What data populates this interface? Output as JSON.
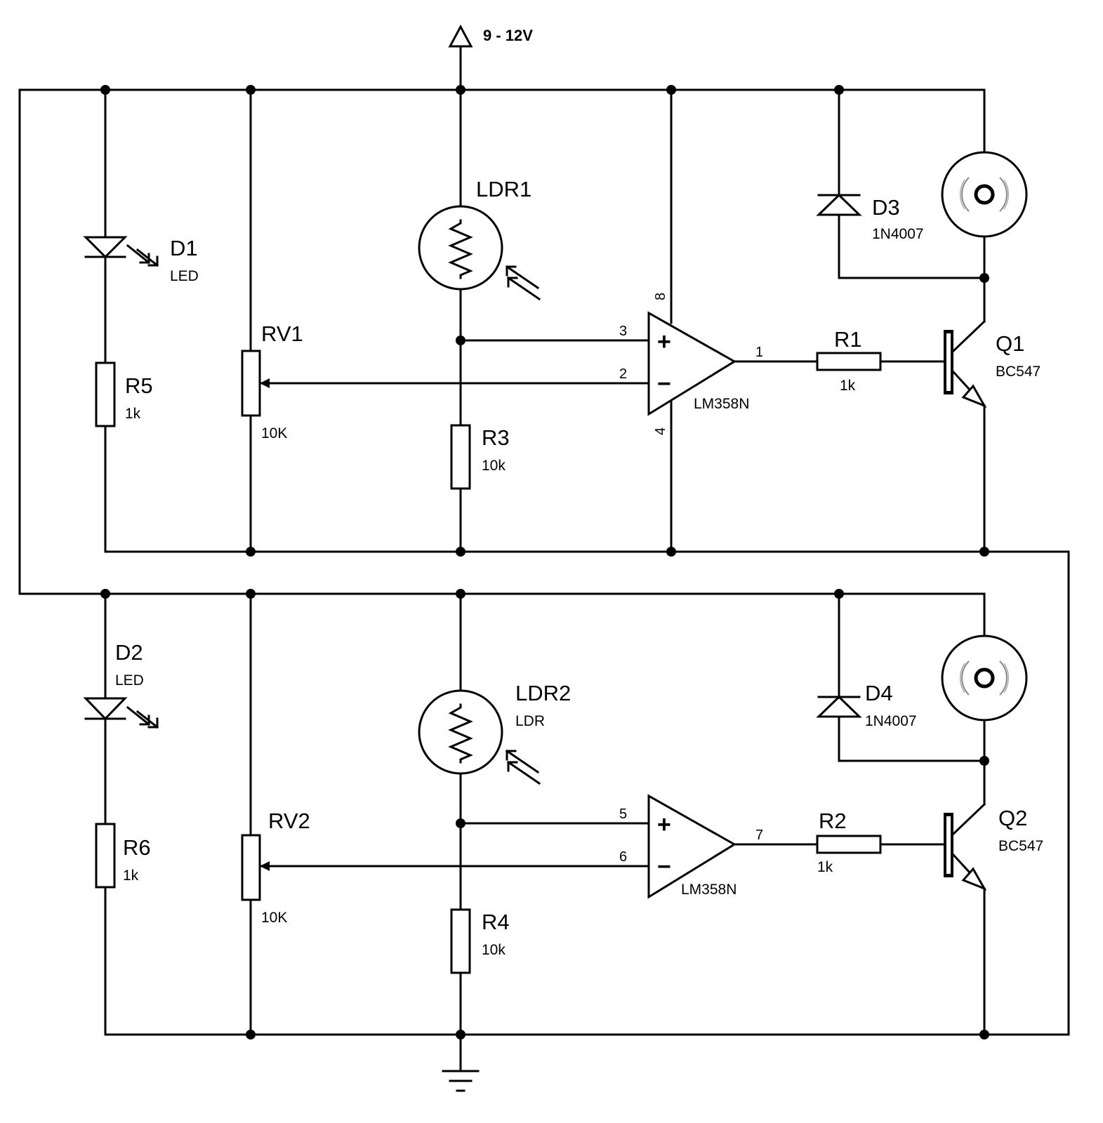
{
  "supply": {
    "label": "9 - 12V"
  },
  "ground": {
    "label": ""
  },
  "top": {
    "led": {
      "ref": "D1",
      "value": "LED"
    },
    "r_led": {
      "ref": "R5",
      "value": "1k"
    },
    "pot": {
      "ref": "RV1",
      "value": "10K"
    },
    "ldr": {
      "ref": "LDR1",
      "value": ""
    },
    "r_div": {
      "ref": "R3",
      "value": "10k"
    },
    "opamp": {
      "part": "LM358N",
      "pin_plus": "3",
      "pin_minus": "2",
      "pin_out": "1",
      "pin_vcc": "8",
      "pin_gnd": "4",
      "plus_sign": "+",
      "minus_sign": "−"
    },
    "r_base": {
      "ref": "R1",
      "value": "1k"
    },
    "transistor": {
      "ref": "Q1",
      "value": "BC547"
    },
    "diode": {
      "ref": "D3",
      "value": "1N4007"
    },
    "motor": {
      "name": "motor"
    }
  },
  "bottom": {
    "led": {
      "ref": "D2",
      "value": "LED"
    },
    "r_led": {
      "ref": "R6",
      "value": "1k"
    },
    "pot": {
      "ref": "RV2",
      "value": "10K"
    },
    "ldr": {
      "ref": "LDR2",
      "value": "LDR"
    },
    "r_div": {
      "ref": "R4",
      "value": "10k"
    },
    "opamp": {
      "part": "LM358N",
      "pin_plus": "5",
      "pin_minus": "6",
      "pin_out": "7",
      "plus_sign": "+",
      "minus_sign": "−"
    },
    "r_base": {
      "ref": "R2",
      "value": "1k"
    },
    "transistor": {
      "ref": "Q2",
      "value": "BC547"
    },
    "diode": {
      "ref": "D4",
      "value": "1N4007"
    },
    "motor": {
      "name": "motor"
    }
  }
}
